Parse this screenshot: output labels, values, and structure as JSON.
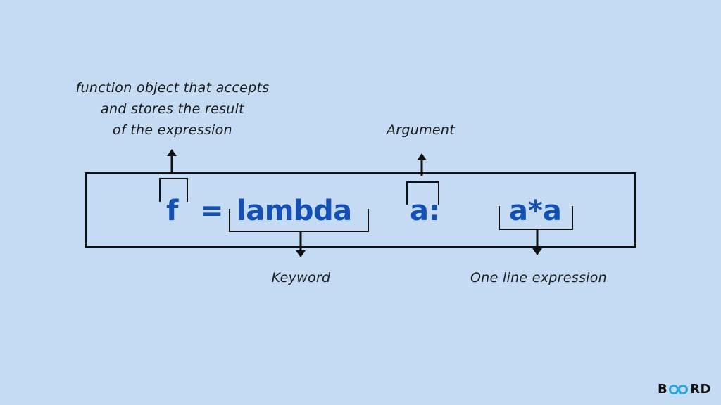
{
  "annotations": {
    "function_object": [
      "function object that accepts",
      "and stores the result",
      "of the expression"
    ],
    "argument": "Argument",
    "keyword": "Keyword",
    "expression": "One line expression"
  },
  "code": {
    "name": "f",
    "equals": "=",
    "keyword": "lambda",
    "argument": "a:",
    "expression": "a*a"
  },
  "logo": {
    "prefix": "B",
    "suffix": "RD",
    "accent": "#29a8e0"
  },
  "colors": {
    "background": "#c5dbf4",
    "code": "#1450b4",
    "lines": "#111111"
  }
}
